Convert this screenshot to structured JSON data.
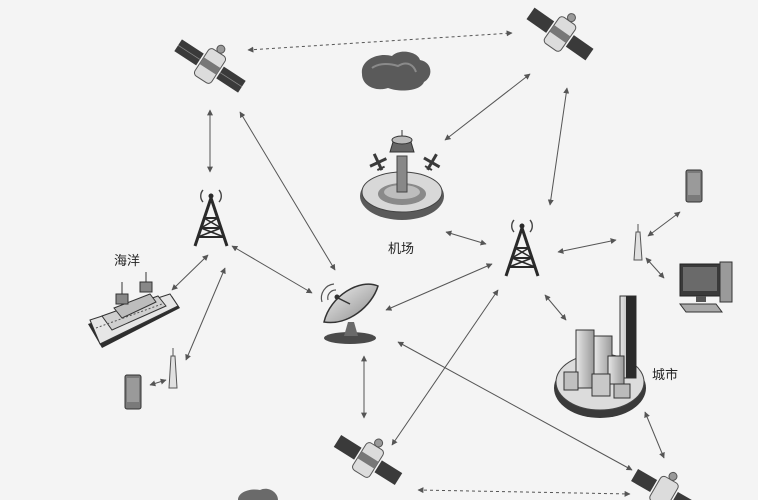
{
  "labels": {
    "ocean": "海洋",
    "airport": "机场",
    "city": "城市"
  },
  "icons": [
    "satellite-icon",
    "radio-tower-icon",
    "satellite-dish-icon",
    "ship-icon",
    "airport-tower-icon",
    "city-buildings-icon",
    "mobile-phone-icon",
    "desktop-computer-icon",
    "cloud-island-icon"
  ],
  "colors": {
    "background": "#f4f4f4",
    "line": "#555555",
    "icon_dark": "#3a3a3a",
    "icon_mid": "#8a8a8a",
    "icon_light": "#d9d9d9"
  }
}
